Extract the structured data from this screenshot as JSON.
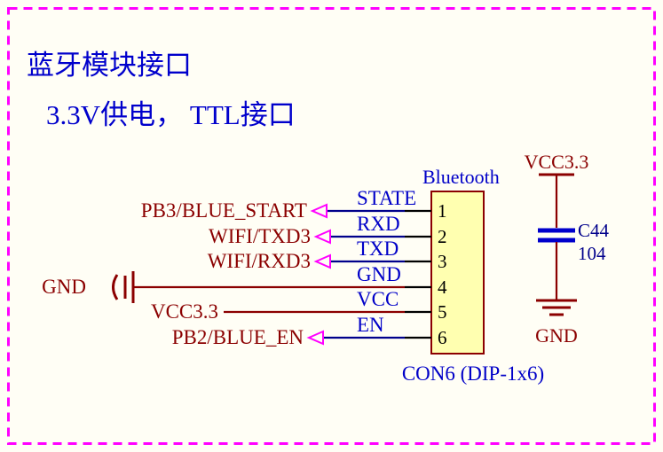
{
  "titles": {
    "line1": "蓝牙模块接口",
    "line2": "3.3V供电， TTL接口"
  },
  "connector": {
    "name": "Bluetooth",
    "footprint": "CON6 (DIP-1x6)",
    "pins": [
      {
        "number": "1",
        "label": "STATE",
        "net": "PB3/BLUE_START"
      },
      {
        "number": "2",
        "label": "RXD",
        "net": "WIFI/TXD3"
      },
      {
        "number": "3",
        "label": "TXD",
        "net": "WIFI/RXD3"
      },
      {
        "number": "4",
        "label": "GND",
        "net": "GND"
      },
      {
        "number": "5",
        "label": "VCC",
        "net": "VCC3.3"
      },
      {
        "number": "6",
        "label": "EN",
        "net": "PB2/BLUE_EN"
      }
    ]
  },
  "power": {
    "gnd_left": "GND",
    "vcc_right": "VCC3.3",
    "gnd_right": "GND"
  },
  "capacitor": {
    "designator": "C44",
    "value": "104"
  },
  "colors": {
    "background": "#FFFEF5",
    "frame": "#FF00FF",
    "title_blue": "#0000CC",
    "pin_label_blue": "#0000C8",
    "net_label_maroon": "#8B0000",
    "signal_wire": "#00008B",
    "power_wire": "#8B0000",
    "component_fill": "#FFFFB0",
    "component_border": "#8B0000",
    "capacitor_blue": "#0000CC",
    "port_arrow_magenta": "#FF00FF",
    "pin_number_black": "#000000"
  }
}
